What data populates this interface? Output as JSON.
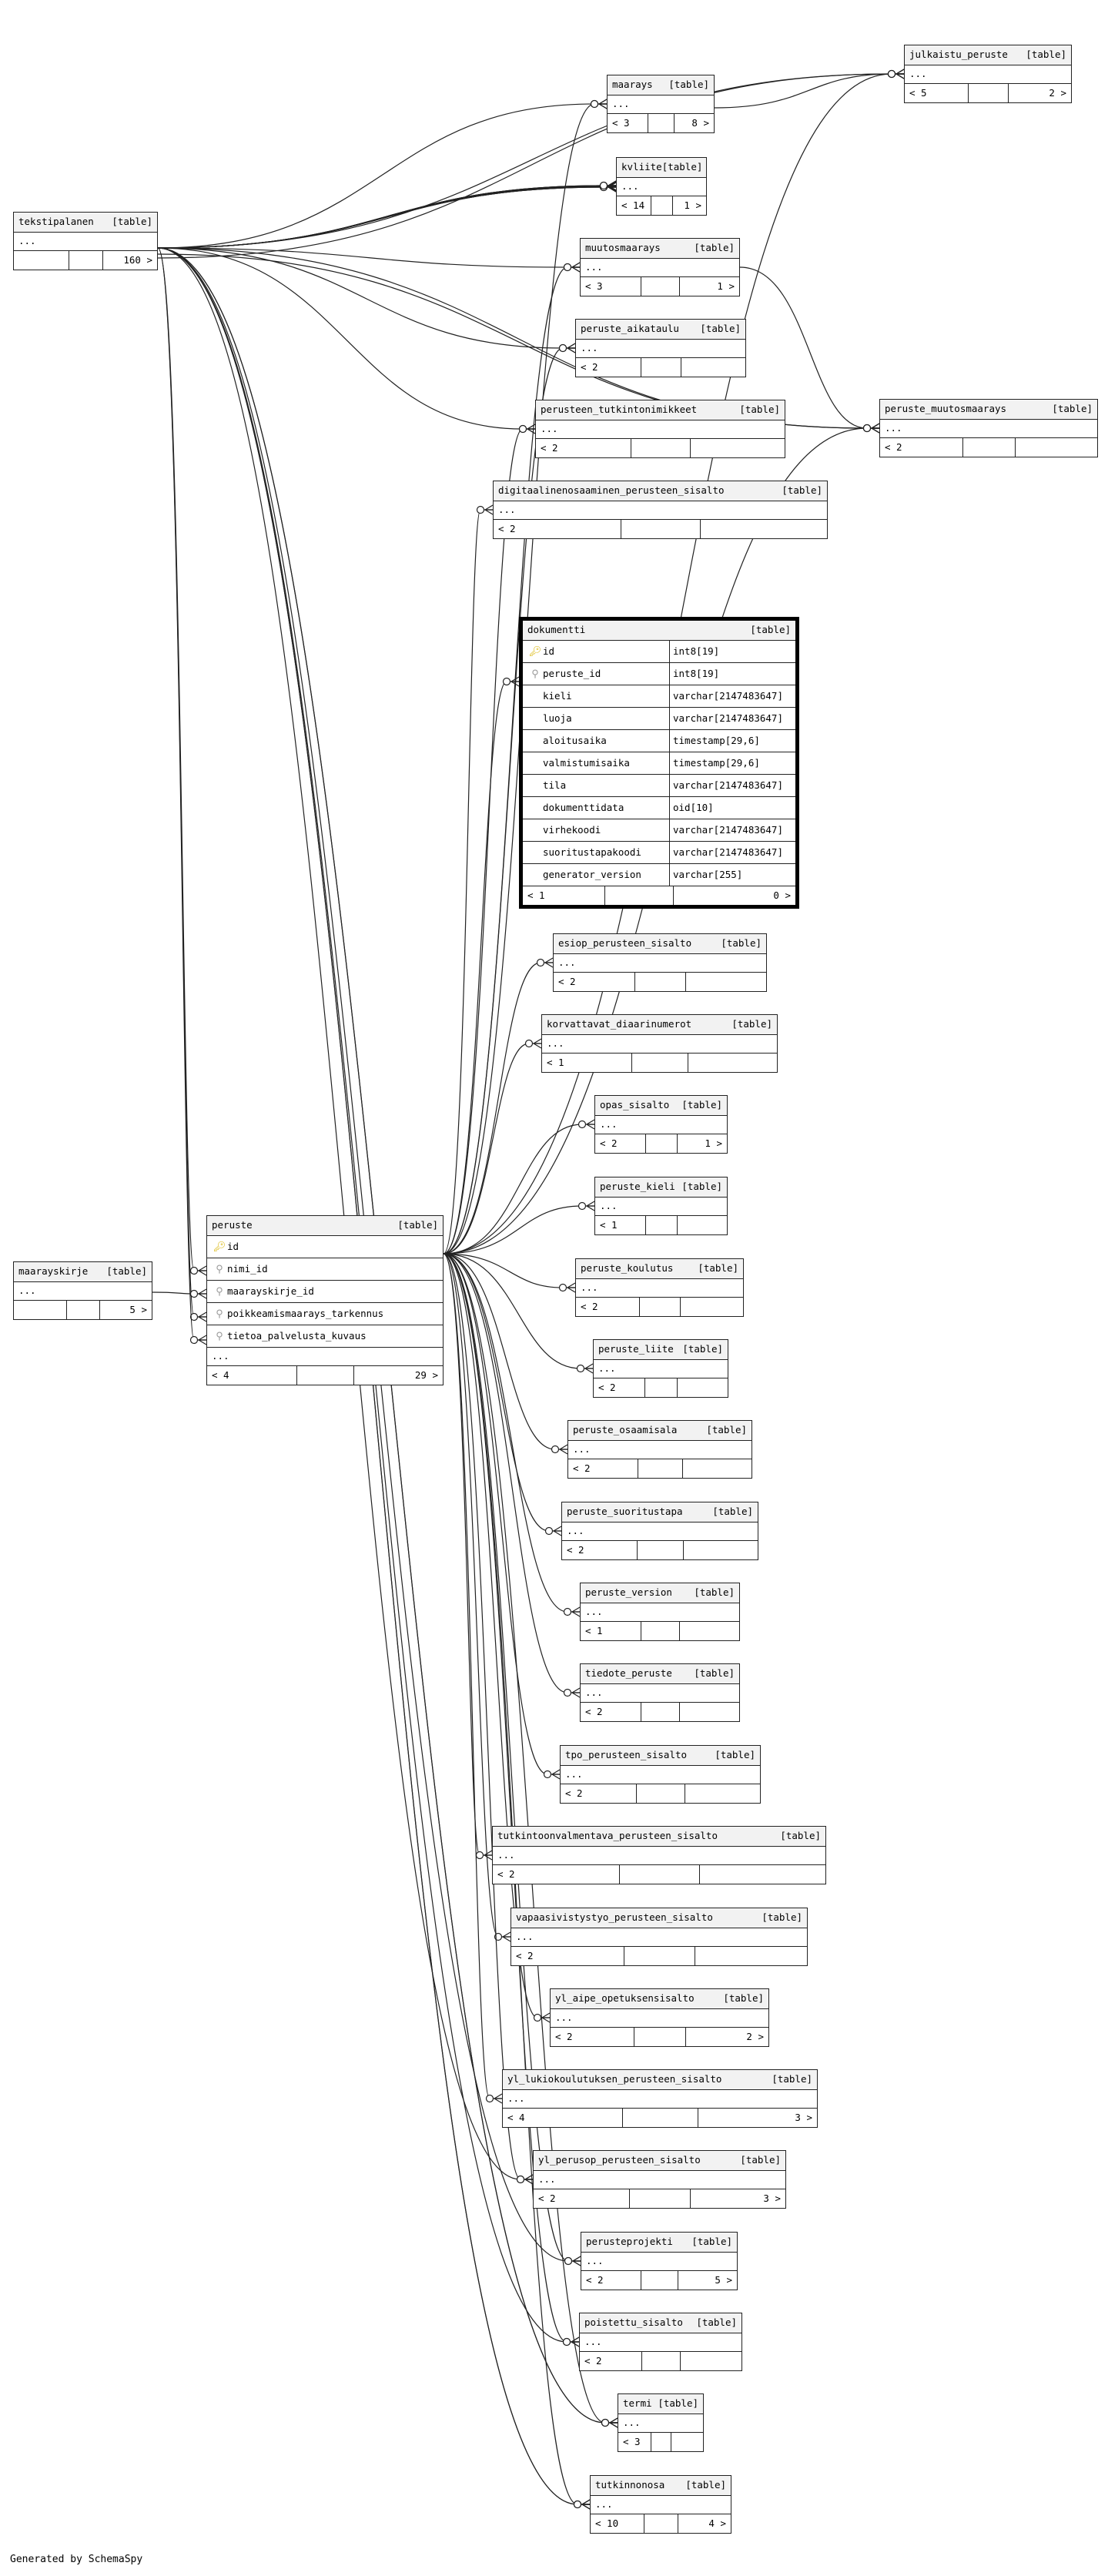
{
  "footer": "Generated by SchemaSpy",
  "table_tag": "[table]",
  "dots": "...",
  "tables": [
    {
      "name": "julkaistu_peruste",
      "left": "< 5",
      "right": "2 >"
    },
    {
      "name": "maarays",
      "left": "< 3",
      "right": "8 >"
    },
    {
      "name": "kvliite",
      "left": "< 14",
      "right": "1 >"
    },
    {
      "name": "tekstipalanen",
      "left": "",
      "right": "160 >"
    },
    {
      "name": "muutosmaarays",
      "left": "< 3",
      "right": "1 >"
    },
    {
      "name": "peruste_aikataulu",
      "left": "< 2",
      "right": ""
    },
    {
      "name": "perusteen_tutkintonimikkeet",
      "left": "< 2",
      "right": ""
    },
    {
      "name": "peruste_muutosmaarays",
      "left": "< 2",
      "right": ""
    },
    {
      "name": "digitaalinenosaaminen_perusteen_sisalto",
      "left": "< 2",
      "right": ""
    },
    {
      "name": "esiop_perusteen_sisalto",
      "left": "< 2",
      "right": ""
    },
    {
      "name": "korvattavat_diaarinumerot",
      "left": "< 1",
      "right": ""
    },
    {
      "name": "opas_sisalto",
      "left": "< 2",
      "right": "1 >"
    },
    {
      "name": "peruste_kieli",
      "left": "< 1",
      "right": ""
    },
    {
      "name": "maarayskirje",
      "left": "",
      "right": "5 >"
    },
    {
      "name": "peruste_koulutus",
      "left": "< 2",
      "right": ""
    },
    {
      "name": "peruste_liite",
      "left": "< 2",
      "right": ""
    },
    {
      "name": "peruste_osaamisala",
      "left": "< 2",
      "right": ""
    },
    {
      "name": "peruste_suoritustapa",
      "left": "< 2",
      "right": ""
    },
    {
      "name": "peruste_version",
      "left": "< 1",
      "right": ""
    },
    {
      "name": "tiedote_peruste",
      "left": "< 2",
      "right": ""
    },
    {
      "name": "tpo_perusteen_sisalto",
      "left": "< 2",
      "right": ""
    },
    {
      "name": "tutkintoonvalmentava_perusteen_sisalto",
      "left": "< 2",
      "right": ""
    },
    {
      "name": "vapaasivistystyo_perusteen_sisalto",
      "left": "< 2",
      "right": ""
    },
    {
      "name": "yl_aipe_opetuksensisalto",
      "left": "< 2",
      "right": "2 >"
    },
    {
      "name": "yl_lukiokoulutuksen_perusteen_sisalto",
      "left": "< 4",
      "right": "3 >"
    },
    {
      "name": "yl_perusop_perusteen_sisalto",
      "left": "< 2",
      "right": "3 >"
    },
    {
      "name": "perusteprojekti",
      "left": "< 2",
      "right": "5 >"
    },
    {
      "name": "poistettu_sisalto",
      "left": "< 2",
      "right": ""
    },
    {
      "name": "termi",
      "left": "< 3",
      "right": ""
    },
    {
      "name": "tutkinnonosa",
      "left": "< 10",
      "right": "4 >"
    }
  ],
  "dokumentti": {
    "name": "dokumentti",
    "columns": [
      {
        "key": "pk",
        "name": "id",
        "type": "int8[19]"
      },
      {
        "key": "fk",
        "name": "peruste_id",
        "type": "int8[19]"
      },
      {
        "key": "",
        "name": "kieli",
        "type": "varchar[2147483647]"
      },
      {
        "key": "",
        "name": "luoja",
        "type": "varchar[2147483647]"
      },
      {
        "key": "",
        "name": "aloitusaika",
        "type": "timestamp[29,6]"
      },
      {
        "key": "",
        "name": "valmistumisaika",
        "type": "timestamp[29,6]"
      },
      {
        "key": "",
        "name": "tila",
        "type": "varchar[2147483647]"
      },
      {
        "key": "",
        "name": "dokumenttidata",
        "type": "oid[10]"
      },
      {
        "key": "",
        "name": "virhekoodi",
        "type": "varchar[2147483647]"
      },
      {
        "key": "",
        "name": "suoritustapakoodi",
        "type": "varchar[2147483647]"
      },
      {
        "key": "",
        "name": "generator_version",
        "type": "varchar[255]"
      }
    ],
    "left": "< 1",
    "right": "0 >"
  },
  "peruste": {
    "name": "peruste",
    "columns": [
      {
        "key": "pk",
        "name": "id"
      },
      {
        "key": "fk",
        "name": "nimi_id"
      },
      {
        "key": "fk",
        "name": "maarayskirje_id"
      },
      {
        "key": "fk",
        "name": "poikkeamismaarays_tarkennus"
      },
      {
        "key": "fk",
        "name": "tietoa_palvelusta_kuvaus"
      }
    ],
    "left": "< 4",
    "right": "29 >"
  },
  "colors": {
    "pk_key": "#d8b400",
    "fk_key": "#9a9a9a",
    "line": "#222222",
    "header": "#f2f2f2"
  }
}
